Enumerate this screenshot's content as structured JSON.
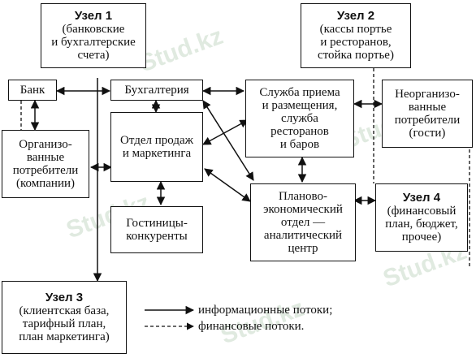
{
  "nodes": {
    "uzel1": {
      "title": "Узел 1",
      "lines": [
        "(банковские",
        "и бухгалтерские",
        "счета)"
      ]
    },
    "uzel2": {
      "title": "Узел 2",
      "lines": [
        "(кассы портье",
        "и ресторанов,",
        "стойка портье)"
      ]
    },
    "bank": {
      "label": "Банк"
    },
    "accounting": {
      "label": "Бухгалтерия"
    },
    "reception": {
      "lines": [
        "Служба приема",
        "и размещения,",
        "служба",
        "ресторанов",
        "и баров"
      ]
    },
    "unorganized": {
      "lines": [
        "Неорганизо-",
        "ванные",
        "потребители",
        "(гости)"
      ]
    },
    "organized": {
      "lines": [
        "Организо-",
        "ванные",
        "потребители",
        "(компании)"
      ]
    },
    "sales": {
      "lines": [
        "Отдел продаж",
        "и маркетинга"
      ]
    },
    "planning": {
      "lines": [
        "Планово-",
        "экономический",
        "отдел —",
        "аналитический",
        "центр"
      ]
    },
    "uzel4": {
      "title": "Узел 4",
      "lines": [
        "(финансовый",
        "план, бюджет,",
        "прочее)"
      ]
    },
    "competitors": {
      "lines": [
        "Гостиницы-",
        "конкуренты"
      ]
    },
    "uzel3": {
      "title": "Узел 3",
      "lines": [
        "(клиентская база,",
        "тарифный план,",
        "план маркетинга)"
      ]
    }
  },
  "legend": {
    "info": "информационные потоки;",
    "finance": "финансовые потоки."
  },
  "watermark": "Stud.kz"
}
